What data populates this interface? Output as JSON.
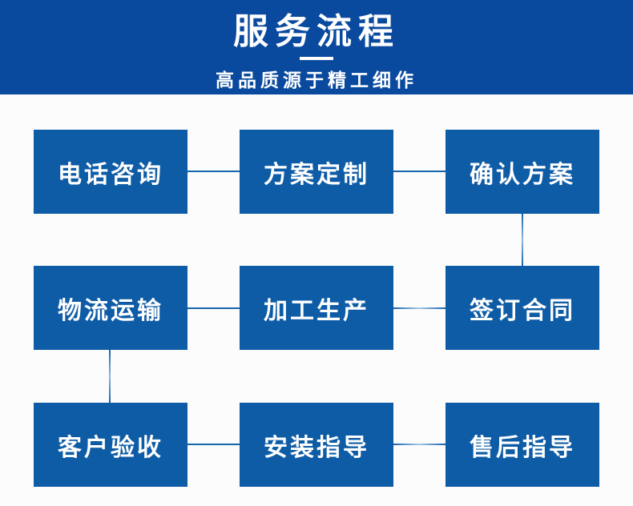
{
  "header": {
    "title": "服务流程",
    "subtitle": "高品质源于精工细作",
    "background_color": "#0a4a9e",
    "text_color": "#ffffff"
  },
  "flow": {
    "box_color": "#0f5ca6",
    "box_text_color": "#ffffff",
    "connector_color": "#1565ab",
    "connector_light_color": "#a9c8e6",
    "steps": [
      {
        "label": "电话咨询"
      },
      {
        "label": "方案定制"
      },
      {
        "label": "确认方案"
      },
      {
        "label": "物流运输"
      },
      {
        "label": "加工生产"
      },
      {
        "label": "签订合同"
      },
      {
        "label": "客户验收"
      },
      {
        "label": "安装指导"
      },
      {
        "label": "售后指导"
      }
    ]
  }
}
